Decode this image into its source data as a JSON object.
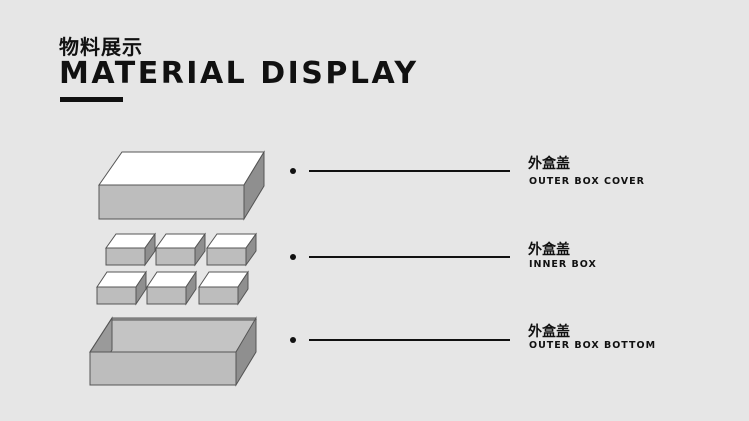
{
  "header": {
    "title_cn": "物料展示",
    "title_en": "MATERIAL DISPLAY"
  },
  "items": [
    {
      "name_cn": "外盒盖",
      "name_en": "OUTER BOX COVER"
    },
    {
      "name_cn": "外盒盖",
      "name_en": "INNER BOX"
    },
    {
      "name_cn": "外盒盖",
      "name_en": "OUTER BOX BOTTOM"
    }
  ],
  "colors": {
    "background": "#e6e6e6",
    "text": "#111111",
    "box_top": "#ffffff",
    "box_front": "#bdbdbd",
    "box_side": "#8f8f8f"
  }
}
